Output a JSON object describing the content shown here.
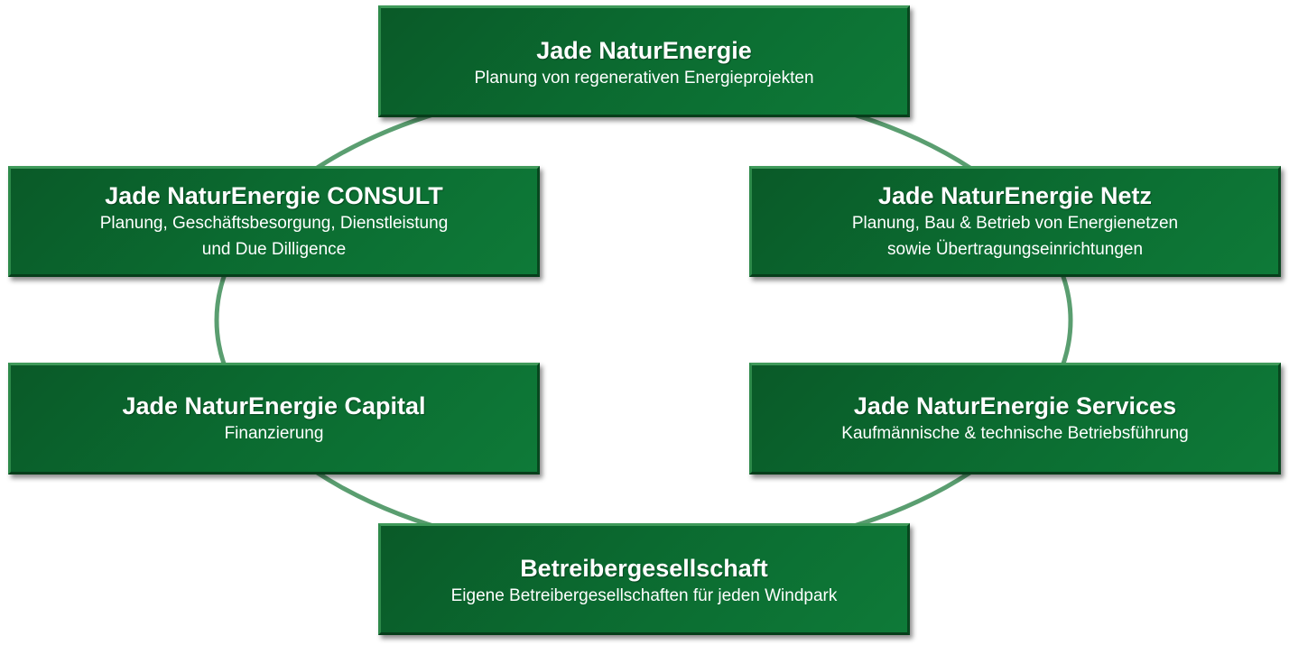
{
  "diagram": {
    "type": "cycle",
    "colors": {
      "box": "#0b6a30",
      "ring": "#5a9e70",
      "text": "#ffffff"
    },
    "nodes": [
      {
        "id": "top",
        "title": "Jade NaturEnergie",
        "lines": [
          "Planung von regenerativen Energieprojekten"
        ]
      },
      {
        "id": "netz",
        "title": "Jade NaturEnergie Netz",
        "lines": [
          "Planung, Bau & Betrieb von Energienetzen",
          "sowie Übertragungseinrichtungen"
        ]
      },
      {
        "id": "services",
        "title": "Jade NaturEnergie Services",
        "lines": [
          "Kaufmännische & technische Betriebsführung"
        ]
      },
      {
        "id": "betr",
        "title": "Betreibergesellschaft",
        "lines": [
          "Eigene Betreibergesellschaften für jeden Windpark"
        ]
      },
      {
        "id": "capital",
        "title": "Jade NaturEnergie Capital",
        "lines": [
          "Finanzierung"
        ]
      },
      {
        "id": "consult",
        "title": "Jade NaturEnergie CONSULT",
        "lines": [
          "Planung, Geschäftsbesorgung, Dienstleistung",
          "und Due Dilligence"
        ]
      }
    ]
  }
}
